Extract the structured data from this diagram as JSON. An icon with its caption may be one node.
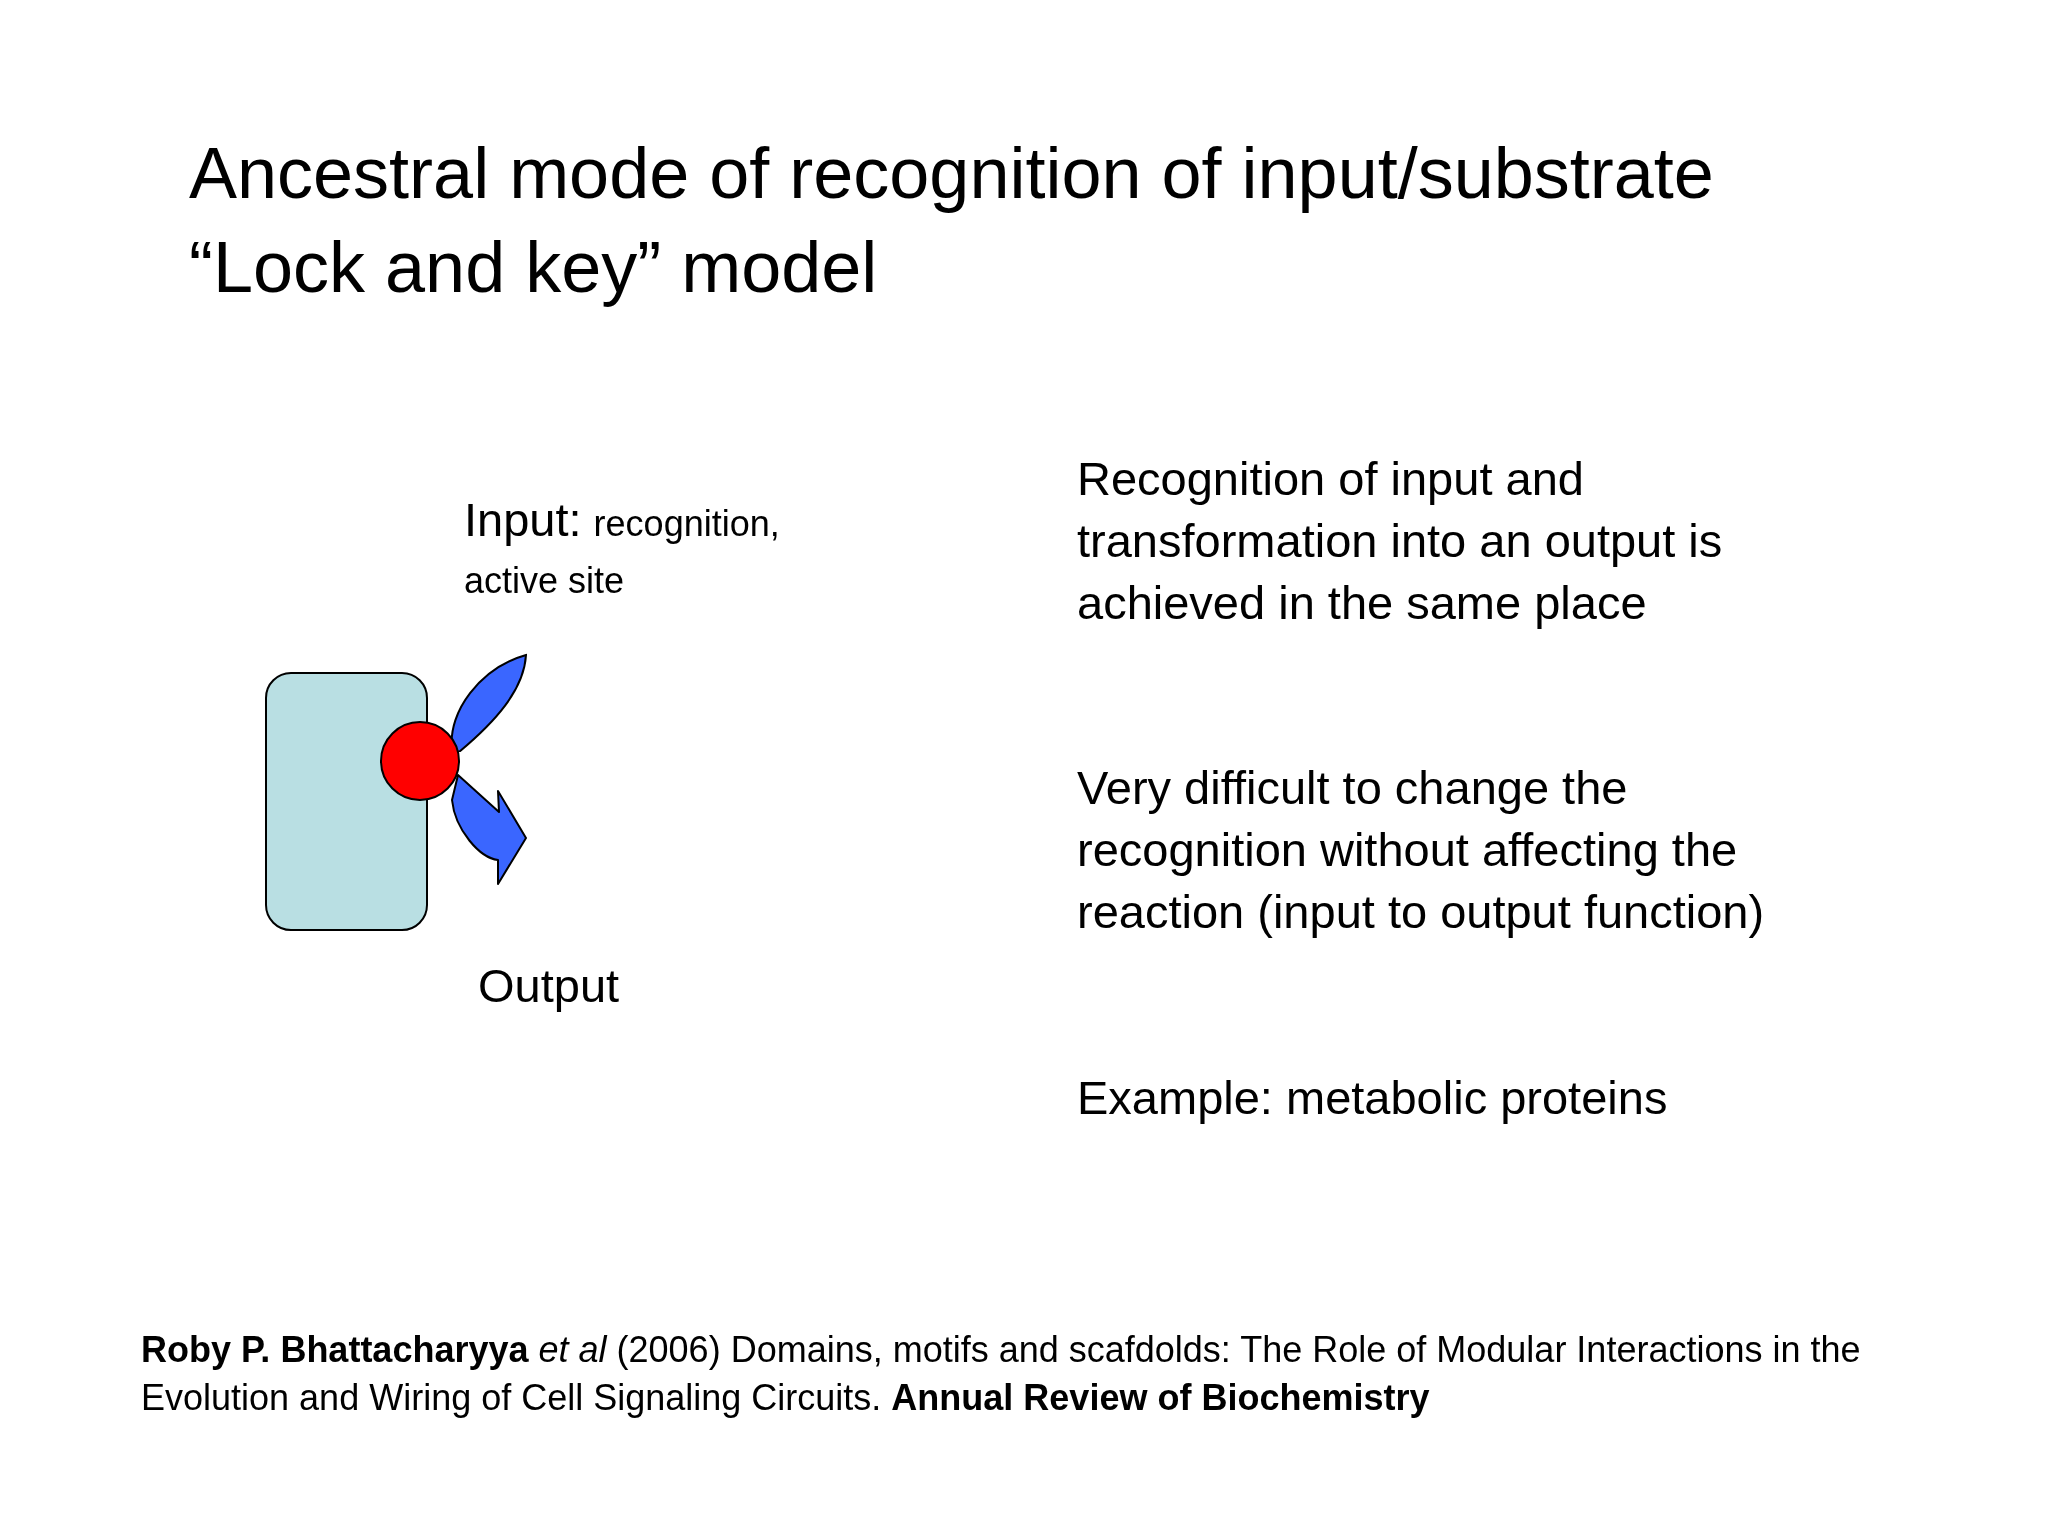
{
  "diagram": {
    "title": "Ancestral mode of recognition of input/substrate “Lock and key” model",
    "nodes": [
      {
        "text": [],
        "shape": "box"
      },
      {
        "text": [],
        "shape": "circle"
      },
      {
        "text": [
          "Input:",
          "recognition, active site"
        ]
      },
      {
        "text": [
          "Output"
        ]
      }
    ],
    "labels": [
      "Recognition of input and transformation into an output is achieved in the same place",
      "Very difficult to change the recognition without affecting the reaction (input to output function)",
      "Example: metabolic proteins"
    ],
    "caption": "**Roby P. Bhattacharyya** *et al* (2006) Domains, motifs and scafdolds: The Role of Modular Interactions in the Evolution and Wiring of Cell Signaling Circuits. **Annual Review of Biochemistry**"
  }
}
